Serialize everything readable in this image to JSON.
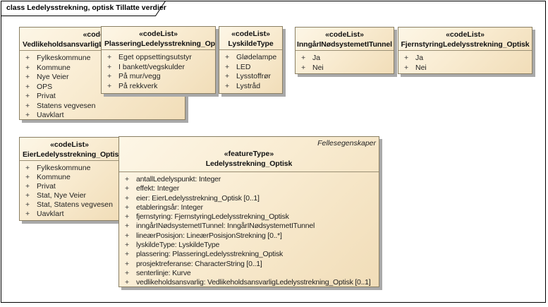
{
  "diagram": {
    "title": "class Ledelysstrekning, optisk Tillatte verdier"
  },
  "visibility_symbol": "+",
  "boxes": [
    {
      "stereotype": "«codeList»",
      "name": "VedlikeholdsansvarligLedelysstrekning_Optisk",
      "items": [
        "Fylkeskommune",
        "Kommune",
        "Nye Veier",
        "OPS",
        "Privat",
        "Statens vegvesen",
        "Uavklart"
      ]
    },
    {
      "stereotype": "«codeList»",
      "name": "PlasseringLedelysstrekning_Optisk",
      "items": [
        "Eget oppsettingsutstyr",
        "I bankett/vegskulder",
        "På mur/vegg",
        "På rekkverk"
      ]
    },
    {
      "stereotype": "«codeList»",
      "name": "LyskildeType",
      "items": [
        "Glødelampe",
        "LED",
        "Lysstoffrør",
        "Lystråd"
      ]
    },
    {
      "stereotype": "«codeList»",
      "name": "InngårINødsystemetITunnel",
      "items": [
        "Ja",
        "Nei"
      ]
    },
    {
      "stereotype": "«codeList»",
      "name": "FjernstyringLedelysstrekning_Optisk",
      "items": [
        "Ja",
        "Nei"
      ]
    },
    {
      "stereotype": "«codeList»",
      "name": "EierLedelysstrekning_Optisk",
      "items": [
        "Fylkeskommune",
        "Kommune",
        "Privat",
        "Stat, Nye Veier",
        "Stat, Statens vegvesen",
        "Uavklart"
      ]
    }
  ],
  "feature": {
    "header_label": "Fellesegenskaper",
    "stereotype": "«featureType»",
    "name": "Ledelysstrekning_Optisk",
    "attributes": [
      "antallLedelyspunkt: Integer",
      "effekt: Integer",
      "eier: EierLedelysstrekning_Optisk [0..1]",
      "etableringsår: Integer",
      "fjernstyring: FjernstyringLedelysstrekning_Optisk",
      "inngårINødsystemetITunnel: InngårINødsystemetITunnel",
      "lineærPosisjon: LineærPosisjonStrekning [0..*]",
      "lyskildeType: LyskildeType",
      "plassering: PlasseringLedelysstrekning_Optisk",
      "prosjektreferanse: CharacterString [0..1]",
      "senterlinje: Kurve",
      "vedlikeholdsansvarlig: VedlikeholdsansvarligLedelysstrekning_Optisk [0..1]"
    ]
  },
  "colors": {
    "box_fill_light": "#fdf6e6",
    "box_fill_dark": "#f1ddb8",
    "box_border": "#8a7f63",
    "shadow": "#a9a9a9",
    "frame": "#000000",
    "background": "#ffffff"
  }
}
